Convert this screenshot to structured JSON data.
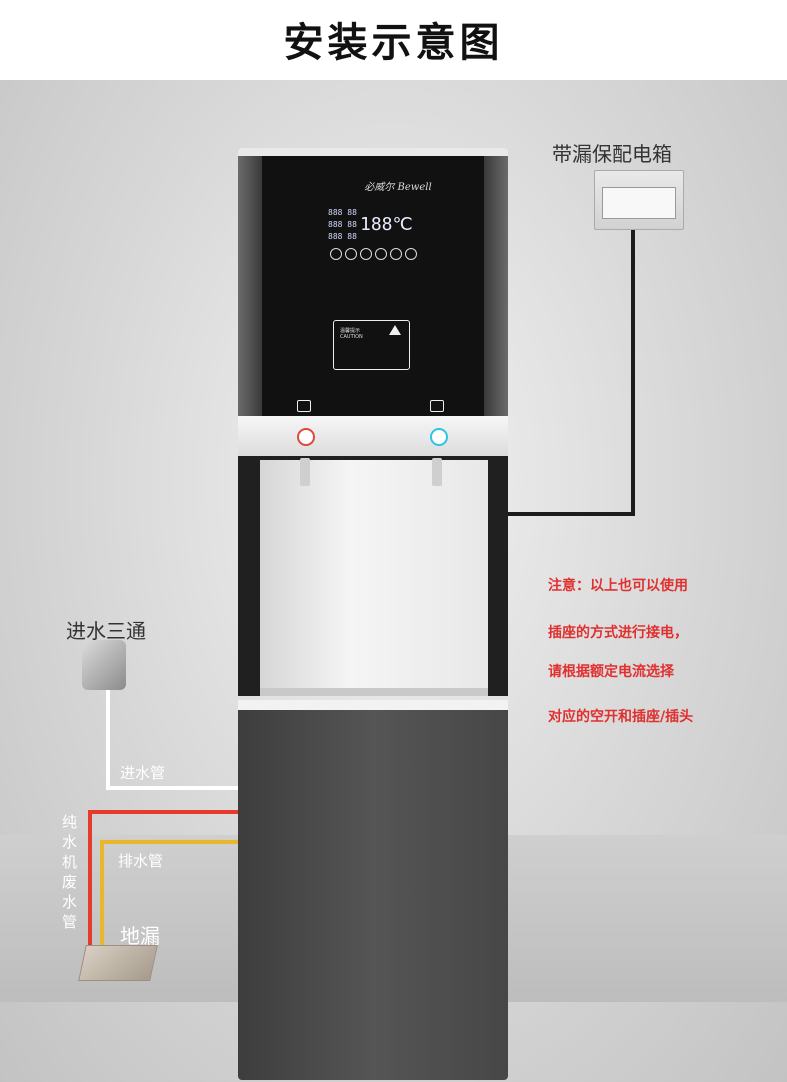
{
  "title": "安装示意图",
  "machine": {
    "brand": "必威尔 Bewell",
    "display_small": "888 88",
    "display_big": "188℃",
    "caution_title": "温馨提示",
    "caution_subtitle": "CAUTION"
  },
  "labels": {
    "electric_box": "带漏保配电箱",
    "inlet_tee": "进水三通",
    "inlet_pipe": "进水管",
    "ro_waste_pipe": "纯水机废水管",
    "drain_pipe": "排水管",
    "floor_drain": "地漏"
  },
  "notes": [
    "注意：以上也可以使用",
    "插座的方式进行接电，",
    "请根据额定电流选择",
    "对应的空开和插座/插头"
  ],
  "colors": {
    "note_text": "#e0302f",
    "waste_pipe": "#e53a2c",
    "drain_pipe": "#e8b72b",
    "inlet_pipe": "#ffffff",
    "power_cable": "#1c1c1c",
    "hot_knob": "#e0483c",
    "cold_knob": "#2fc3e6"
  }
}
